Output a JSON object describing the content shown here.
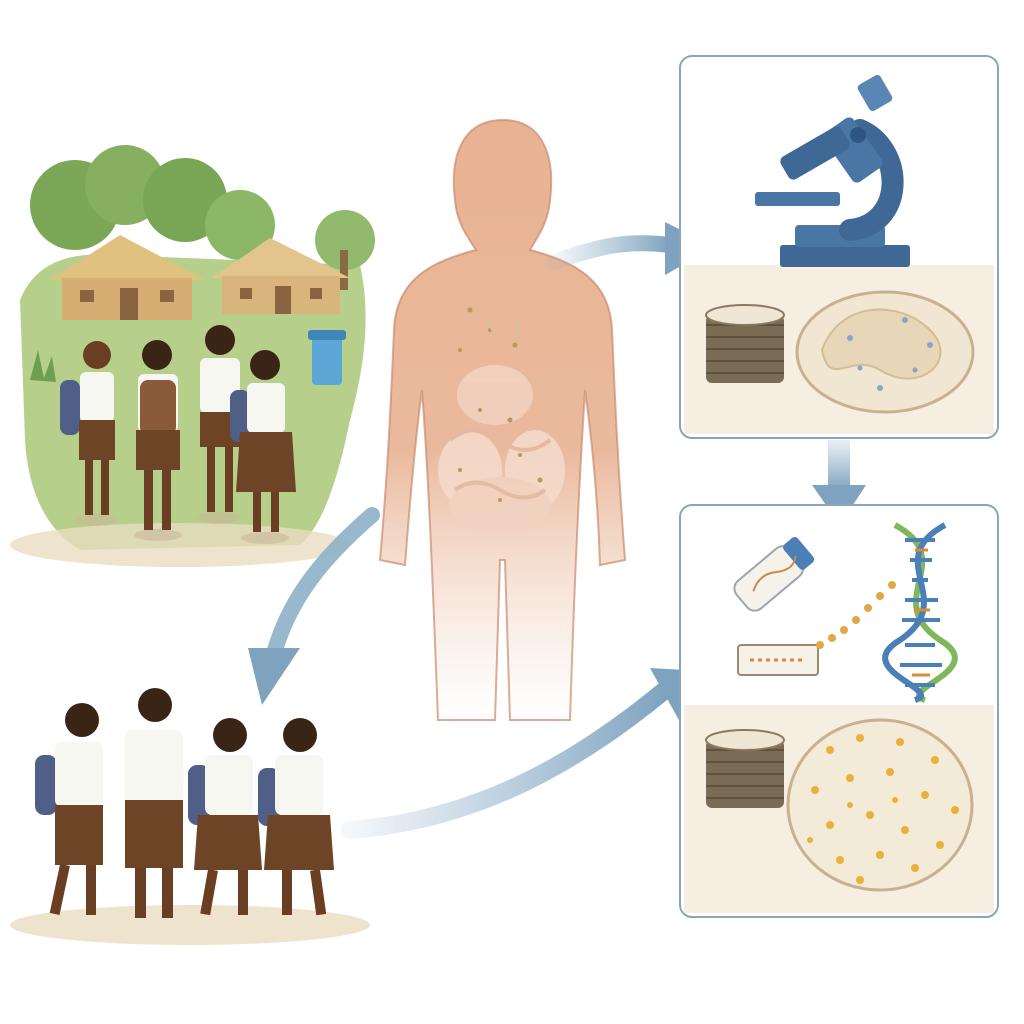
{
  "illustration": {
    "panels": [
      "village-school-scene",
      "human-body-gut",
      "lab-culture-panel",
      "genomics-panel",
      "school-children-group"
    ],
    "arrows": [
      "body-to-lab",
      "lab-to-genomics",
      "body-to-children",
      "children-to-genomics"
    ],
    "icons": [
      "microscope-icon",
      "petri-dish-icon",
      "culture-stack-icon",
      "dna-helix-icon",
      "sample-tube-icon",
      "sample-slide-icon",
      "water-filter-icon"
    ]
  },
  "colors": {
    "arrow": "#8db0c9",
    "panel_border": "#86a6be",
    "skin_figure": "#e8b393",
    "skin_outline": "#c98a6c",
    "microscope": "#3f6896",
    "shirt": "#f7f7f2",
    "shorts": "#6e4426",
    "backpack_blue": "#4f5f88",
    "backpack_brown": "#8a5a3a",
    "grass": "#9cc06a",
    "tree": "#6f9f4e",
    "hut_wall": "#d9b47c",
    "hut_roof": "#e3c48a",
    "dish": "#f1e6d2",
    "colony": "#e8b23a",
    "dna_green": "#7fb85a",
    "dna_blue": "#4a7fb8"
  }
}
